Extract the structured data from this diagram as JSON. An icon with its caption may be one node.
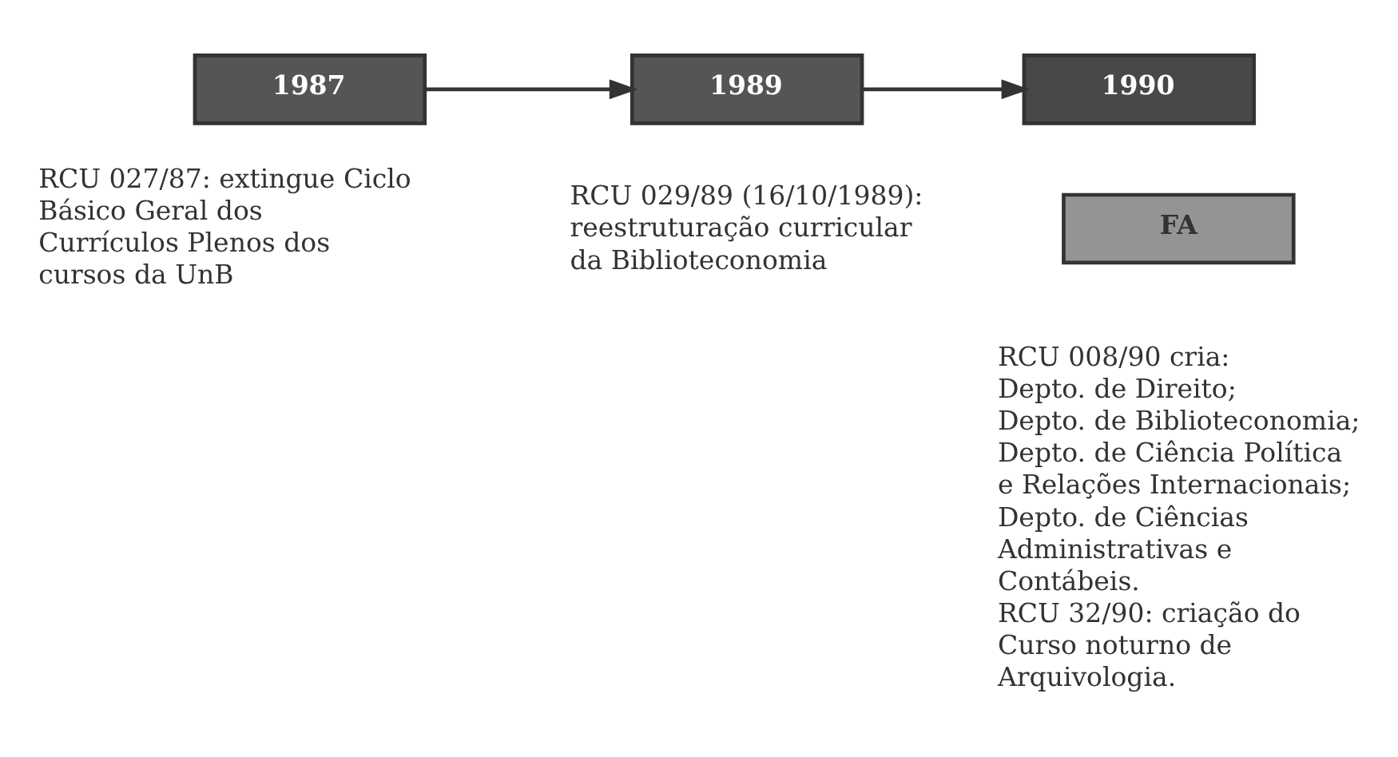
{
  "diagram": {
    "nodes": [
      {
        "text": [
          "1987"
        ],
        "beside": [
          "RCU 027/87: extingue Ciclo Básico Geral dos Currículos Plenos dos cursos da UnB"
        ]
      },
      {
        "text": [
          "1989"
        ],
        "beside": [
          "RCU 029/89 (16/10/1989): reestruturação curricular da Biblioteconomia"
        ]
      },
      {
        "text": [
          "1990"
        ]
      },
      {
        "text": [
          "FA"
        ],
        "beside": [
          "RCU 008/90 cria:",
          "Depto. de Direito;",
          "Depto. de Biblioteconomia;",
          "Depto. de Ciência Política e Relações Internacionais;",
          "Depto. de Ciências Administrativas e Contábeis.",
          "RCU 32/90: criação do Curso noturno de Arquivologia."
        ]
      }
    ],
    "edges": [
      {
        "from": 0,
        "to": 1,
        "arrow": "to"
      },
      {
        "from": 1,
        "to": 2,
        "arrow": "to"
      }
    ]
  }
}
